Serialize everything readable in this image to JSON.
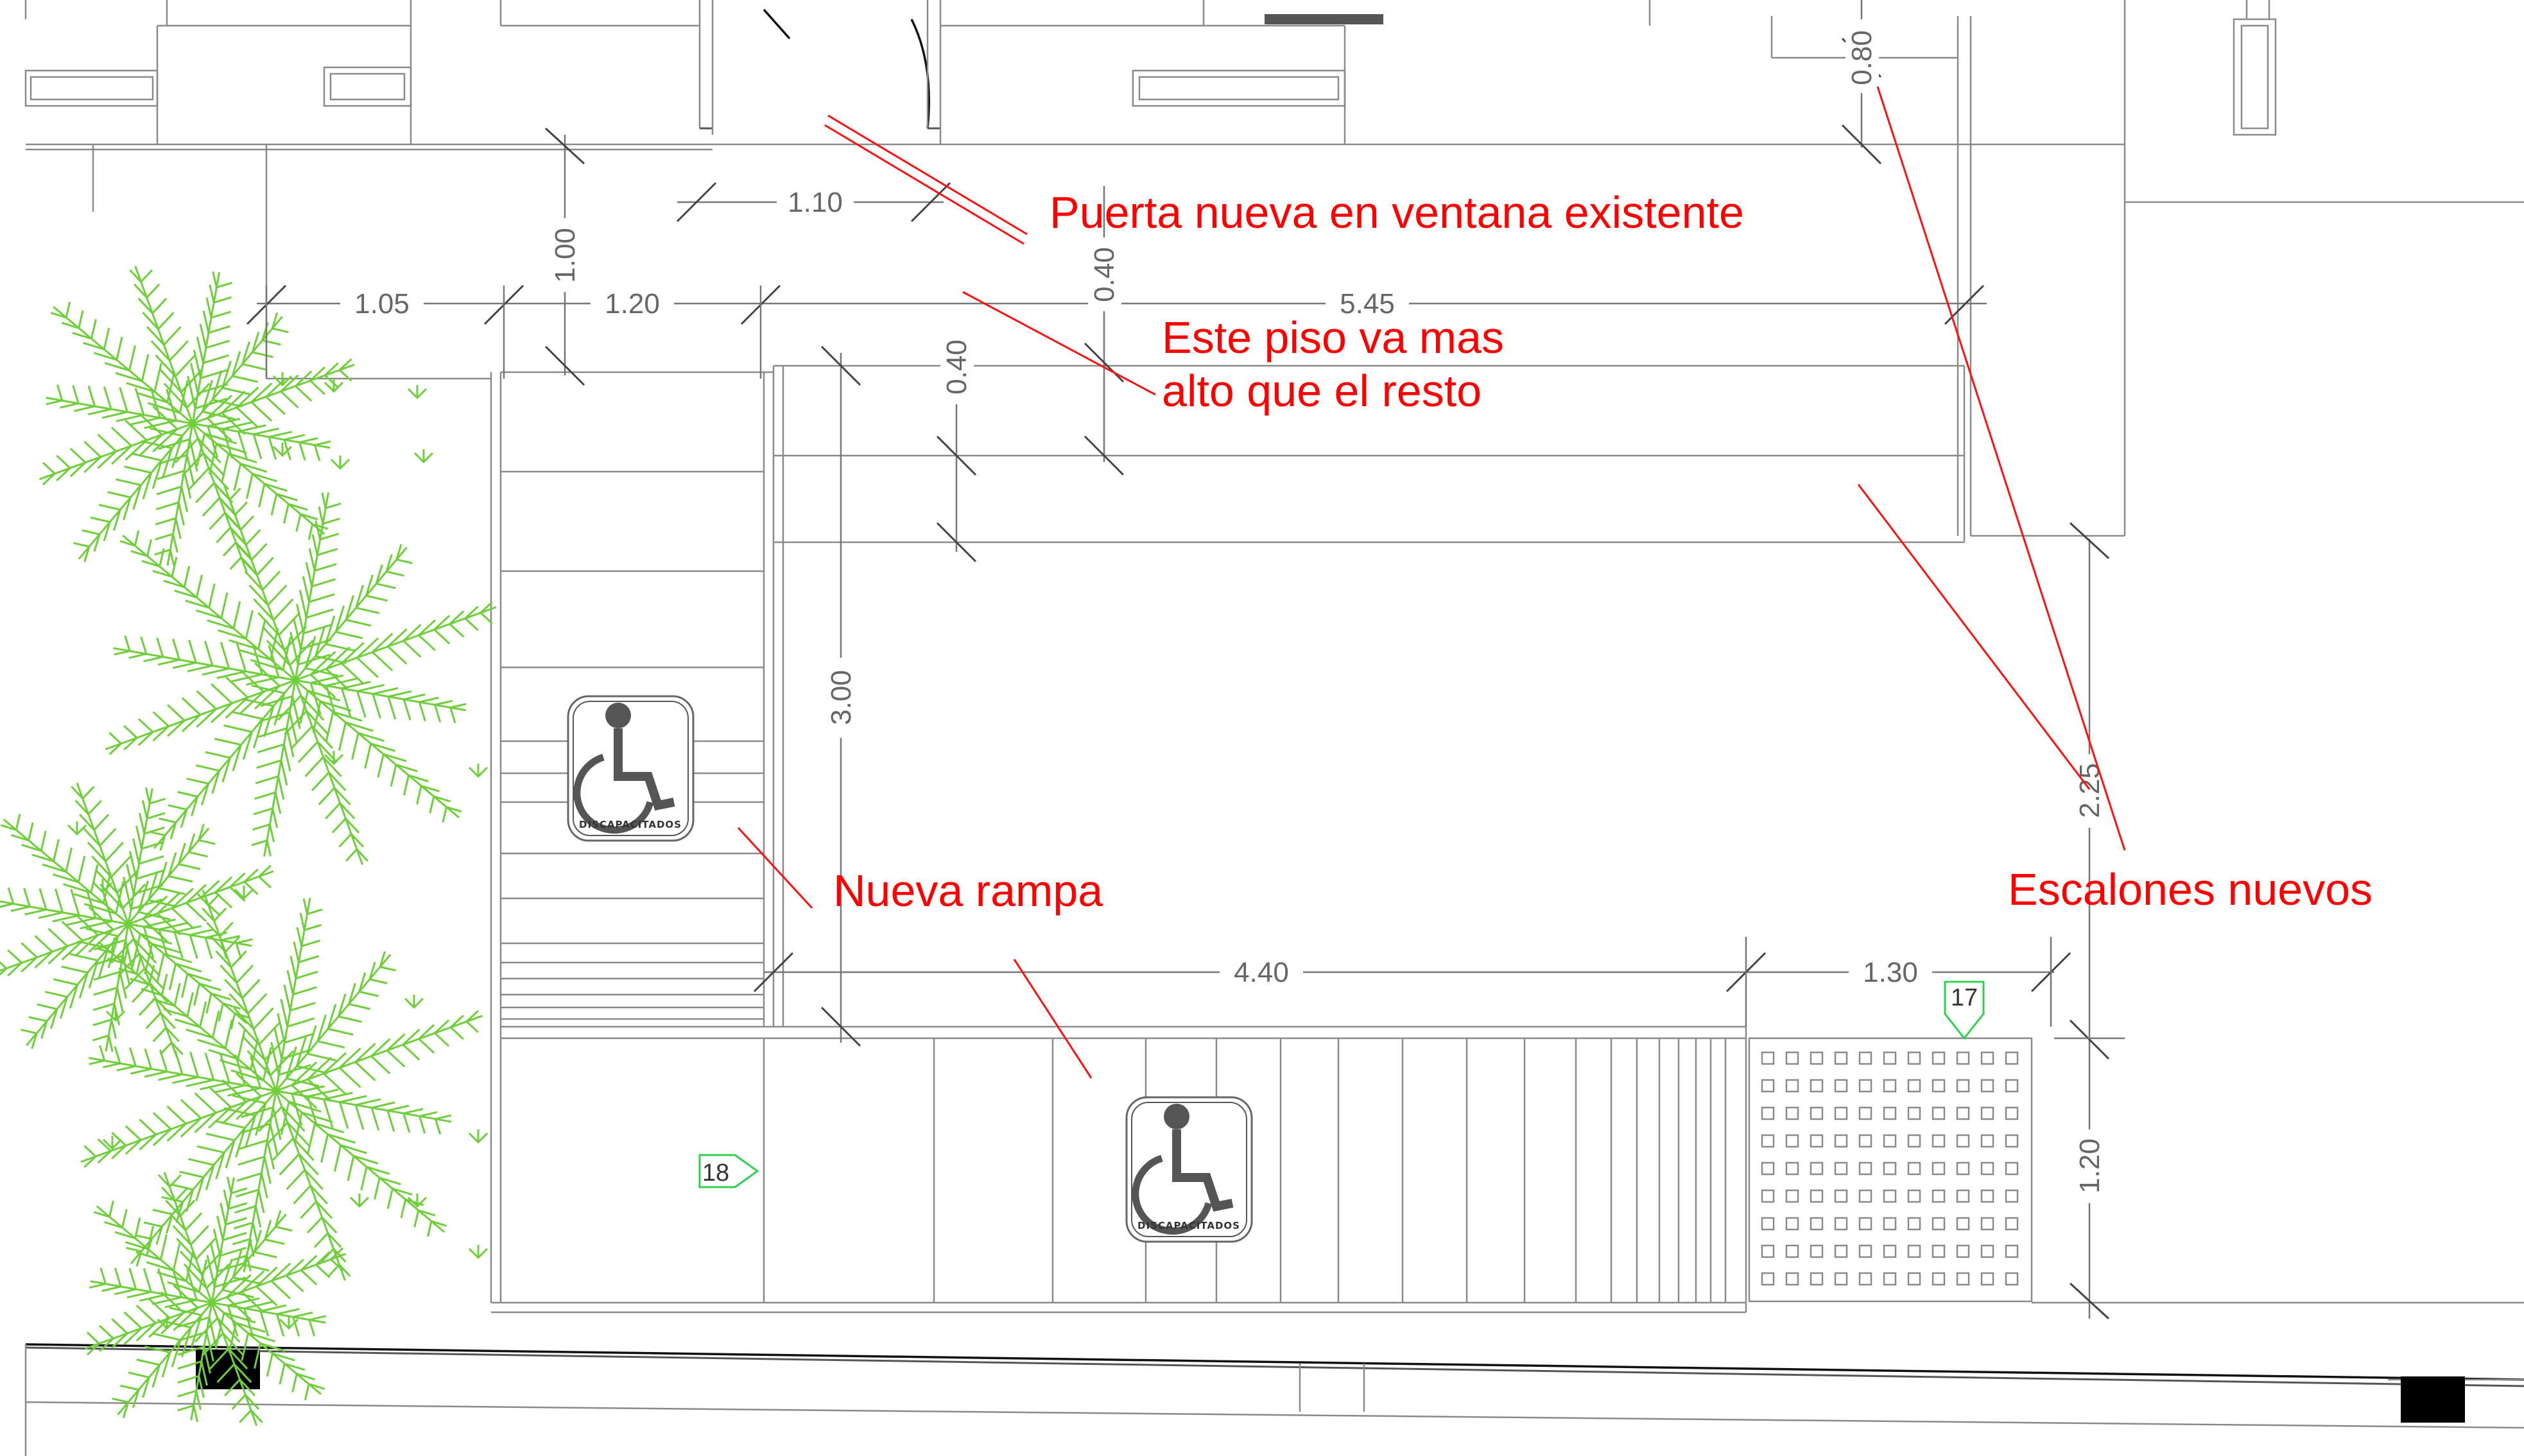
{
  "dimensions": {
    "d_0_80": "0.80",
    "d_1_10": "1.10",
    "d_1_00": "1.00",
    "d_1_05": "1.05",
    "d_1_20_top": "1.20",
    "d_0_40_upper": "0.40",
    "d_5_45": "5.45",
    "d_0_40_lower": "0.40",
    "d_3_00": "3.00",
    "d_2_25": "2.25",
    "d_4_40": "4.40",
    "d_1_30": "1.30",
    "d_1_20_right": "1.20"
  },
  "annotations": {
    "puerta": "Puerta nueva en ventana existente",
    "piso_line1": "Este piso va mas",
    "piso_line2": "alto que el resto",
    "rampa": "Nueva rampa",
    "escalones": "Escalones nuevos"
  },
  "markers": {
    "m17": "17",
    "m18": "18"
  },
  "symbols": {
    "accessibility_label": "DISCAPACITADOS"
  },
  "colors": {
    "annotation": "#ff0000",
    "vegetation": "#6fcf3a",
    "marker": "#2fcf4f",
    "linework": "#8a8a8a"
  },
  "icons": [
    "wheelchair-accessibility-icon",
    "palm-tree-icon",
    "grass-tuft-icon",
    "section-marker-icon"
  ]
}
